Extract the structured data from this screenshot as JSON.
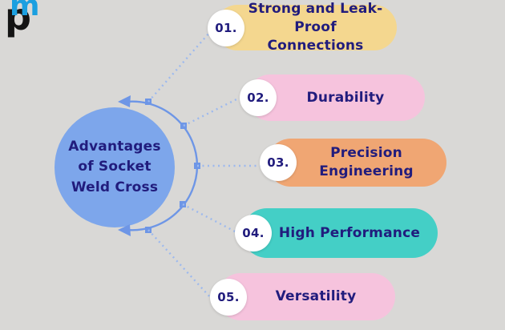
{
  "logo": {
    "m_letter": "m",
    "p_letter": "p",
    "m_color": "#1b9fe0",
    "p_color": "#141414"
  },
  "hub": {
    "title": "Advantages\nof Socket\nWeld Cross",
    "bg_color": "#7da6eb",
    "text_color": "#211c7d"
  },
  "connector": {
    "arc_color": "#6e96e6",
    "dotted_color": "#9db9ee"
  },
  "background_color": "#d9d8d6",
  "text_color": "#211c7d",
  "items": [
    {
      "number": "01.",
      "label": "Strong and Leak-\nProof Connections",
      "color": "#f4d78f"
    },
    {
      "number": "02.",
      "label": "Durability",
      "color": "#f6c3dd"
    },
    {
      "number": "03.",
      "label": "Precision\nEngineering",
      "color": "#f0a673"
    },
    {
      "number": "04.",
      "label": "High Performance",
      "color": "#44cfc6"
    },
    {
      "number": "05.",
      "label": "Versatility",
      "color": "#f6c3dd"
    }
  ]
}
